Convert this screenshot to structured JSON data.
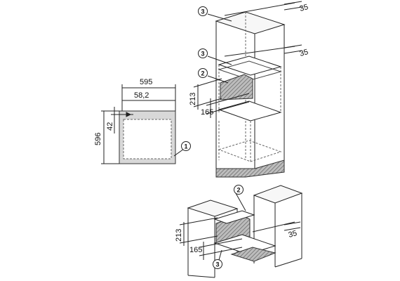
{
  "dimensions": {
    "width_595": "595",
    "depth_58_2": "58,2",
    "height_596": "596",
    "offset_42": "42",
    "top_vent_35": "35",
    "mid_vent_35": "35",
    "upper_opening_213": "213",
    "upper_gap_165": "165",
    "lower_opening_213": "213",
    "lower_gap_165": "165",
    "lower_vent_35": "35"
  },
  "callouts": {
    "c1": "1",
    "c2_upper": "2",
    "c3_top": "3",
    "c3_mid": "3",
    "c2_lower": "2",
    "c3_lower": "3"
  }
}
